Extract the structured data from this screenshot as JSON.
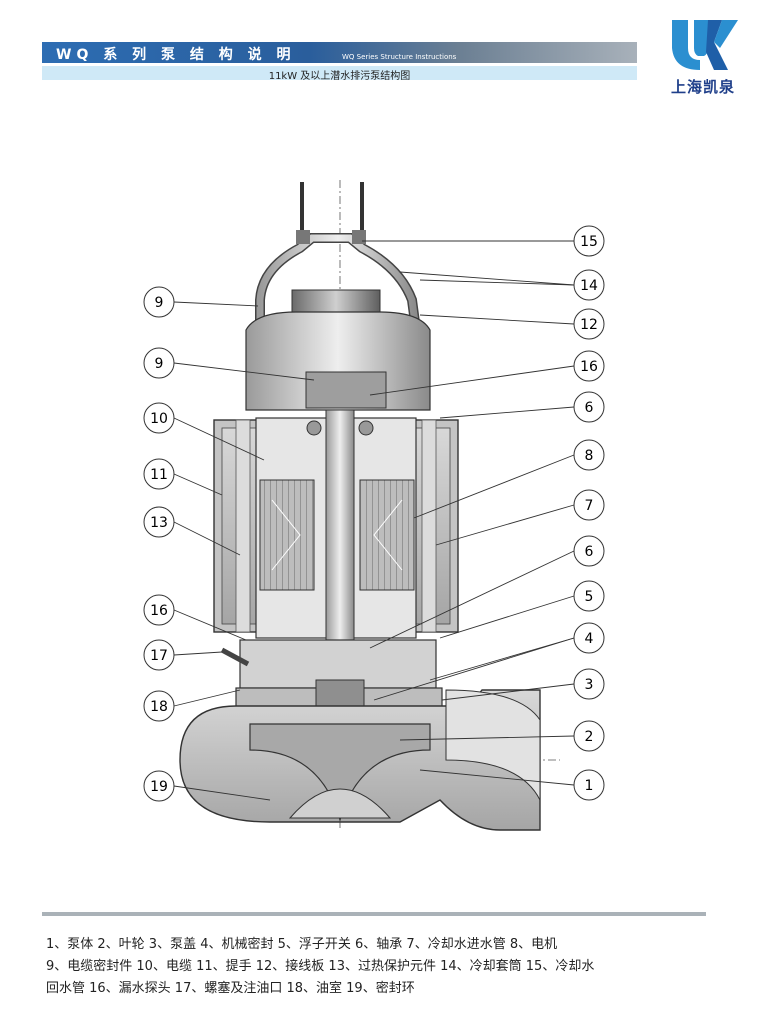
{
  "header": {
    "title": "WQ 系 列 泵 结 构 说 明",
    "subtitle_en": "WQ Series Structure Instructions",
    "subtitle": "11kW 及以上潜水排污泵结构图"
  },
  "logo": {
    "text": "上海凯泉"
  },
  "callouts": [
    "1",
    "2",
    "3",
    "4",
    "5",
    "6",
    "6",
    "7",
    "8",
    "9",
    "9",
    "10",
    "11",
    "12",
    "13",
    "14",
    "15",
    "16",
    "16",
    "17",
    "18",
    "19"
  ],
  "legend": {
    "line1": "1、泵体   2、叶轮   3、泵盖   4、机械密封   5、浮子开关   6、轴承   7、冷却水进水管   8、电机",
    "line2": "9、电缆密封件   10、电缆   11、提手   12、接线板   13、过热保护元件   14、冷却套筒   15、冷却水",
    "line3": "回水管   16、漏水探头   17、螺塞及注油口   18、油室   19、密封环"
  }
}
